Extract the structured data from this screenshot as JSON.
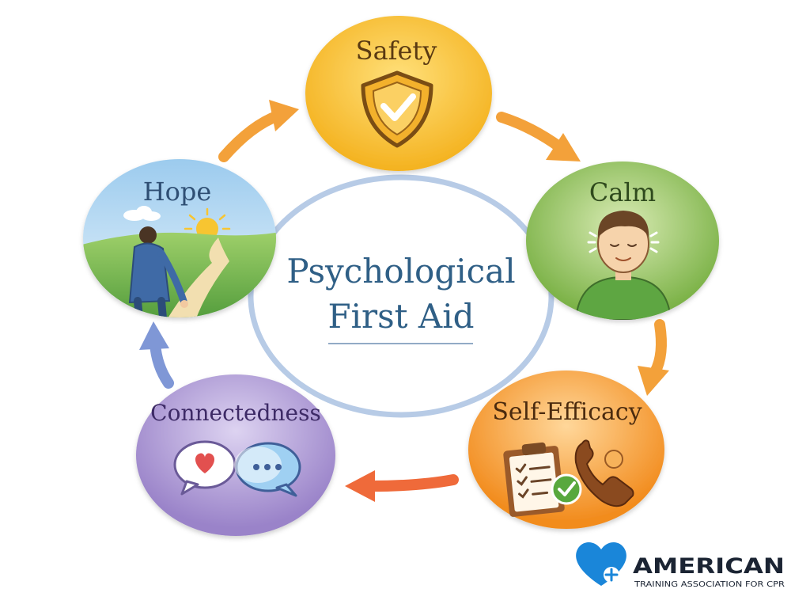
{
  "diagram": {
    "center": {
      "title_line1": "Psychological",
      "title_line2": "First Aid"
    },
    "nodes": {
      "safety": {
        "label": "Safety",
        "icon": "shield-check-icon"
      },
      "calm": {
        "label": "Calm",
        "icon": "calm-person-icon"
      },
      "self_efficacy": {
        "label": "Self-Efficacy",
        "icon": "checklist-phone-icon"
      },
      "connectedness": {
        "label": "Connectedness",
        "icon": "speech-bubbles-icon"
      },
      "hope": {
        "label": "Hope",
        "icon": "path-sunrise-icon"
      }
    },
    "colors": {
      "safety": "#f7c02e",
      "calm": "#7fb64a",
      "self_efficacy": "#f49a2b",
      "connectedness": "#a48fd0",
      "hope_sky": "#a9d4ef",
      "hope_grass": "#6fae4a",
      "arrow_orange": "#f3a13a",
      "arrow_blue": "#7f97d6",
      "center_ring": "#b7cbe6",
      "title_text": "#2f5f86"
    }
  },
  "logo": {
    "name": "AMERICAN",
    "tagline": "TRAINING ASSOCIATION FOR CPR"
  }
}
